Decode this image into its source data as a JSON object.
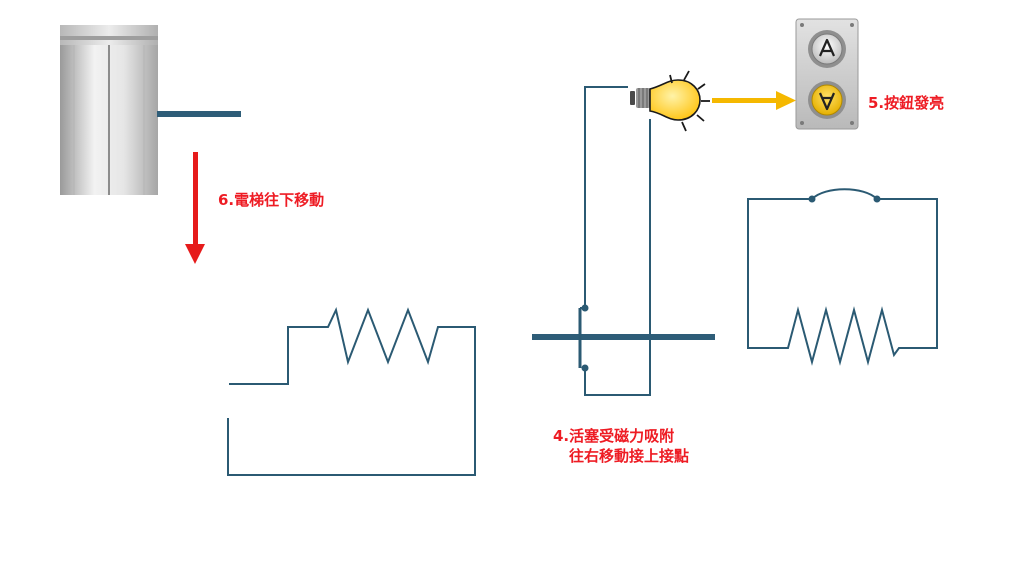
{
  "labels": {
    "elevator_down": "6.電梯往下移動",
    "button_lit": "5.按鈕發亮",
    "piston_line1": "4.活塞受磁力吸附",
    "piston_line2": "往右移動接上接點"
  },
  "colors": {
    "wire": "#2b5a73",
    "rod": "#2e5d78",
    "label": "#ee1c24",
    "down_arrow": "#e61b1b",
    "light_arrow": "#f5b800",
    "bulb": "#ffd43a",
    "lit_button": "#f2c400"
  },
  "icons": {
    "elevator": "elevator-door-icon",
    "bulb": "light-bulb-icon",
    "panel": "elevator-call-panel-icon",
    "up": "up-arrow-icon",
    "down": "down-arrow-icon"
  }
}
